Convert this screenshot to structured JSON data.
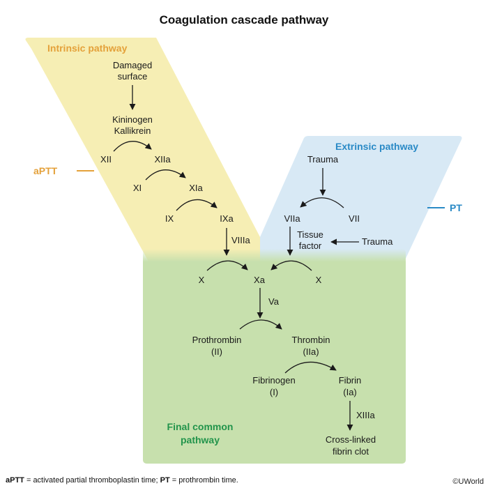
{
  "title": "Coagulation cascade pathway",
  "colors": {
    "intrinsic_fill": "#f6eeb4",
    "extrinsic_fill": "#d8e9f5",
    "common_fill": "#c7e0ad",
    "intrinsic_text": "#e4a13a",
    "extrinsic_text": "#2a8ac6",
    "common_text": "#22944b",
    "arrow": "#1a1a1a"
  },
  "intrinsic": {
    "label": "Intrinsic pathway",
    "test": "aPTT",
    "damaged": [
      "Damaged",
      "surface"
    ],
    "kininogen": [
      "Kininogen",
      "Kallikrein"
    ],
    "xii": "XII",
    "xiia": "XIIa",
    "xi": "XI",
    "xia": "XIa",
    "ix": "IX",
    "ixa": "IXa",
    "viiia": "VIIIa"
  },
  "extrinsic": {
    "label": "Extrinsic pathway",
    "test": "PT",
    "trauma_top": "Trauma",
    "viia": "VIIa",
    "vii": "VII",
    "tissue_factor": [
      "Tissue",
      "factor"
    ],
    "trauma_side": "Trauma"
  },
  "common": {
    "label": [
      "Final common",
      "pathway"
    ],
    "x_left": "X",
    "xa": "Xa",
    "x_right": "X",
    "va": "Va",
    "prothrombin": [
      "Prothrombin",
      "(II)"
    ],
    "thrombin": [
      "Thrombin",
      "(IIa)"
    ],
    "fibrinogen": [
      "Fibrinogen",
      "(I)"
    ],
    "fibrin": [
      "Fibrin",
      "(Ia)"
    ],
    "xiiia": "XIIIa",
    "clot": [
      "Cross-linked",
      "fibrin clot"
    ]
  },
  "footnote": {
    "abbr1": "aPTT",
    "def1": " = activated partial thromboplastin time; ",
    "abbr2": "PT",
    "def2": " = prothrombin time."
  },
  "copyright": "©UWorld"
}
